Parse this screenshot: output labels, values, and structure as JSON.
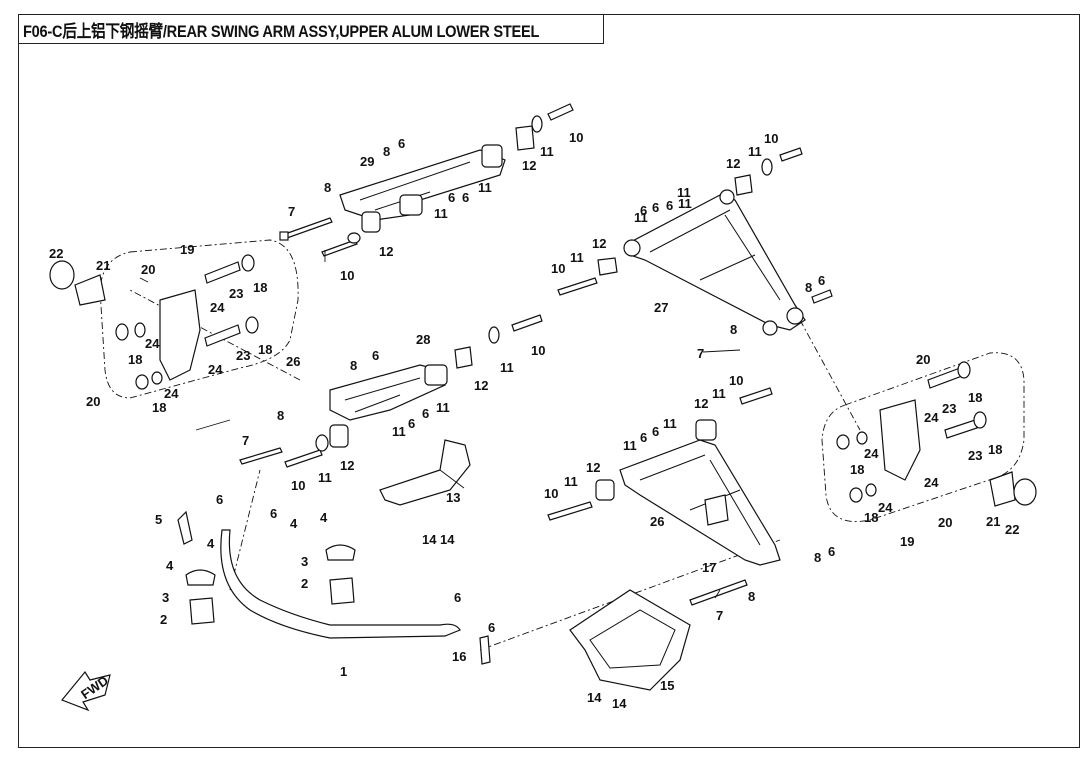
{
  "title": "F06-C后上铝下钢摇臂/REAR SWING ARM ASSY,UPPER ALUM LOWER STEEL",
  "fwd_label": "FWD",
  "callouts": [
    {
      "id": "c1",
      "text": "1"
    },
    {
      "id": "c2a",
      "text": "2"
    },
    {
      "id": "c2b",
      "text": "2"
    },
    {
      "id": "c3a",
      "text": "3"
    },
    {
      "id": "c3b",
      "text": "3"
    },
    {
      "id": "c4a",
      "text": "4"
    },
    {
      "id": "c4b",
      "text": "4"
    },
    {
      "id": "c4c",
      "text": "4"
    },
    {
      "id": "c4d",
      "text": "4"
    },
    {
      "id": "c5",
      "text": "5"
    },
    {
      "id": "c6a",
      "text": "6"
    },
    {
      "id": "c6b",
      "text": "6"
    },
    {
      "id": "c6c",
      "text": "6"
    },
    {
      "id": "c6d",
      "text": "6"
    },
    {
      "id": "c6e",
      "text": "6"
    },
    {
      "id": "c6f",
      "text": "6"
    },
    {
      "id": "c6g",
      "text": "6"
    },
    {
      "id": "c6h",
      "text": "6"
    },
    {
      "id": "c6i",
      "text": "6"
    },
    {
      "id": "c6j",
      "text": "6"
    },
    {
      "id": "c6k",
      "text": "6"
    },
    {
      "id": "c6l",
      "text": "6"
    },
    {
      "id": "c6m",
      "text": "6"
    },
    {
      "id": "c6n",
      "text": "6"
    },
    {
      "id": "c6o",
      "text": "6"
    },
    {
      "id": "c6p",
      "text": "6"
    },
    {
      "id": "c6q",
      "text": "6"
    },
    {
      "id": "c7a",
      "text": "7"
    },
    {
      "id": "c7b",
      "text": "7"
    },
    {
      "id": "c7c",
      "text": "7"
    },
    {
      "id": "c7d",
      "text": "7"
    },
    {
      "id": "c8a",
      "text": "8"
    },
    {
      "id": "c8b",
      "text": "8"
    },
    {
      "id": "c8c",
      "text": "8"
    },
    {
      "id": "c8d",
      "text": "8"
    },
    {
      "id": "c8e",
      "text": "8"
    },
    {
      "id": "c8f",
      "text": "8"
    },
    {
      "id": "c8g",
      "text": "8"
    },
    {
      "id": "c8h",
      "text": "8"
    },
    {
      "id": "c10a",
      "text": "10"
    },
    {
      "id": "c10b",
      "text": "10"
    },
    {
      "id": "c10c",
      "text": "10"
    },
    {
      "id": "c10d",
      "text": "10"
    },
    {
      "id": "c10e",
      "text": "10"
    },
    {
      "id": "c10f",
      "text": "10"
    },
    {
      "id": "c10g",
      "text": "10"
    },
    {
      "id": "c10h",
      "text": "10"
    },
    {
      "id": "c11a",
      "text": "11"
    },
    {
      "id": "c11b",
      "text": "11"
    },
    {
      "id": "c11c",
      "text": "11"
    },
    {
      "id": "c11d",
      "text": "11"
    },
    {
      "id": "c11e",
      "text": "11"
    },
    {
      "id": "c11f",
      "text": "11"
    },
    {
      "id": "c11g",
      "text": "11"
    },
    {
      "id": "c11h",
      "text": "11"
    },
    {
      "id": "c11i",
      "text": "11"
    },
    {
      "id": "c11j",
      "text": "11"
    },
    {
      "id": "c11k",
      "text": "11"
    },
    {
      "id": "c11l",
      "text": "11"
    },
    {
      "id": "c11m",
      "text": "11"
    },
    {
      "id": "c11n",
      "text": "11"
    },
    {
      "id": "c11o",
      "text": "11"
    },
    {
      "id": "c11p",
      "text": "11"
    },
    {
      "id": "c12a",
      "text": "12"
    },
    {
      "id": "c12b",
      "text": "12"
    },
    {
      "id": "c12c",
      "text": "12"
    },
    {
      "id": "c12d",
      "text": "12"
    },
    {
      "id": "c12e",
      "text": "12"
    },
    {
      "id": "c12f",
      "text": "12"
    },
    {
      "id": "c12g",
      "text": "12"
    },
    {
      "id": "c12h",
      "text": "12"
    },
    {
      "id": "c13",
      "text": "13"
    },
    {
      "id": "c14a",
      "text": "14"
    },
    {
      "id": "c14b",
      "text": "14"
    },
    {
      "id": "c14c",
      "text": "14"
    },
    {
      "id": "c14d",
      "text": "14"
    },
    {
      "id": "c15",
      "text": "15"
    },
    {
      "id": "c16",
      "text": "16"
    },
    {
      "id": "c17",
      "text": "17"
    },
    {
      "id": "c18a",
      "text": "18"
    },
    {
      "id": "c18b",
      "text": "18"
    },
    {
      "id": "c18c",
      "text": "18"
    },
    {
      "id": "c18d",
      "text": "18"
    },
    {
      "id": "c18e",
      "text": "18"
    },
    {
      "id": "c18f",
      "text": "18"
    },
    {
      "id": "c18g",
      "text": "18"
    },
    {
      "id": "c18h",
      "text": "18"
    },
    {
      "id": "c19a",
      "text": "19"
    },
    {
      "id": "c19b",
      "text": "19"
    },
    {
      "id": "c20a",
      "text": "20"
    },
    {
      "id": "c20b",
      "text": "20"
    },
    {
      "id": "c20c",
      "text": "20"
    },
    {
      "id": "c20d",
      "text": "20"
    },
    {
      "id": "c21a",
      "text": "21"
    },
    {
      "id": "c21b",
      "text": "21"
    },
    {
      "id": "c22a",
      "text": "22"
    },
    {
      "id": "c22b",
      "text": "22"
    },
    {
      "id": "c23a",
      "text": "23"
    },
    {
      "id": "c23b",
      "text": "23"
    },
    {
      "id": "c23c",
      "text": "23"
    },
    {
      "id": "c23d",
      "text": "23"
    },
    {
      "id": "c24a",
      "text": "24"
    },
    {
      "id": "c24b",
      "text": "24"
    },
    {
      "id": "c24c",
      "text": "24"
    },
    {
      "id": "c24d",
      "text": "24"
    },
    {
      "id": "c24e",
      "text": "24"
    },
    {
      "id": "c24f",
      "text": "24"
    },
    {
      "id": "c24g",
      "text": "24"
    },
    {
      "id": "c24h",
      "text": "24"
    },
    {
      "id": "c26a",
      "text": "26"
    },
    {
      "id": "c26b",
      "text": "26"
    },
    {
      "id": "c27",
      "text": "27"
    },
    {
      "id": "c28",
      "text": "28"
    },
    {
      "id": "c29",
      "text": "29"
    }
  ]
}
